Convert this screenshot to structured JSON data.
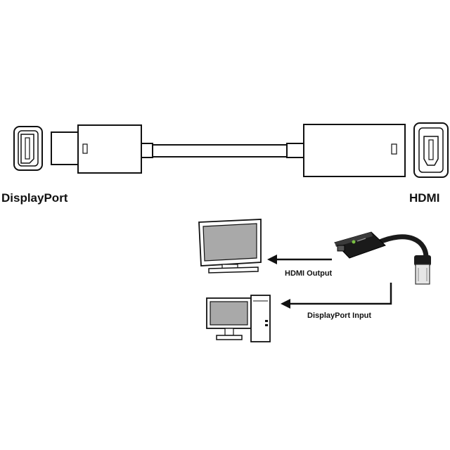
{
  "labels": {
    "displayport": "DisplayPort",
    "hdmi": "HDMI",
    "hdmi_output": "HDMI Output",
    "displayport_input": "DisplayPort Input"
  },
  "colors": {
    "line": "#111111",
    "screen": "#a9a9a9",
    "adapter_body": "#1a1a1a",
    "adapter_accent": "#7ac142"
  }
}
